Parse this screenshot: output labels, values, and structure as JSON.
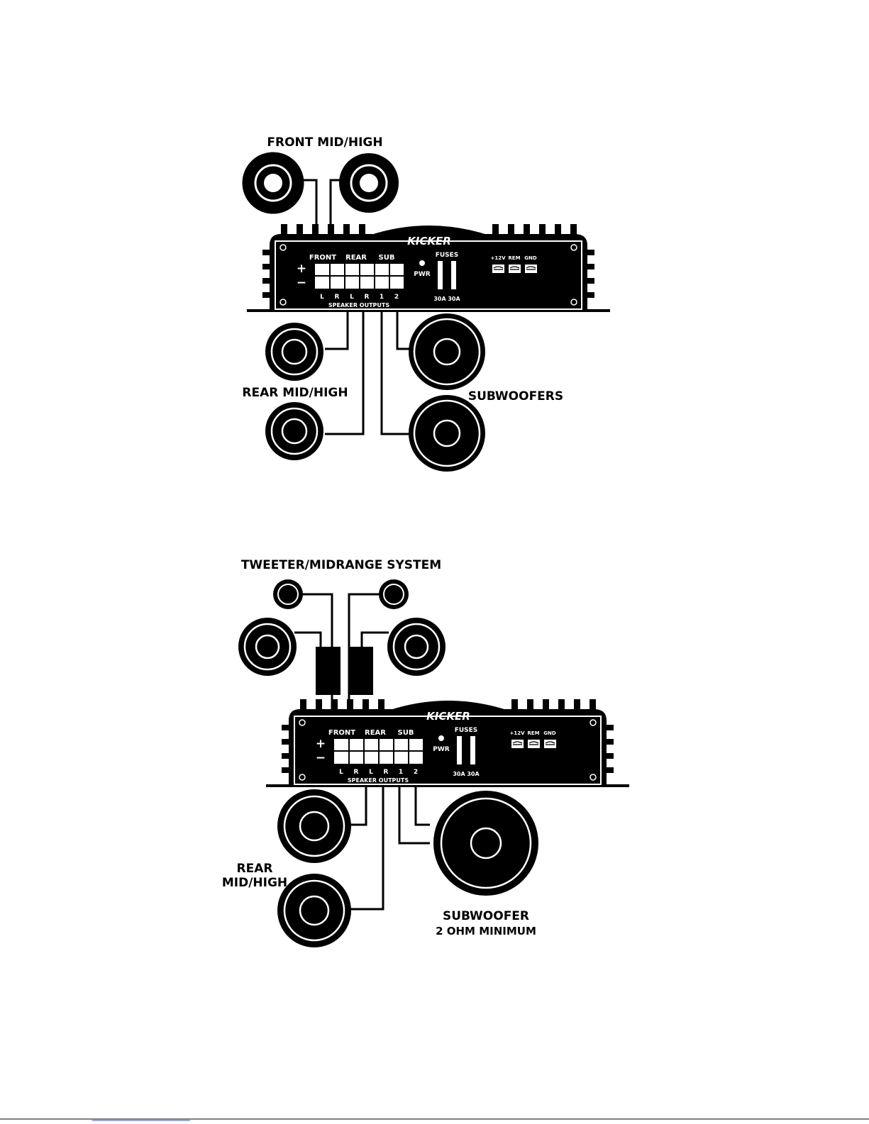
{
  "diagram1": {
    "title": "FRONT MID/HIGH",
    "rear_label": "REAR MID/HIGH",
    "sub_label": "SUBWOOFERS"
  },
  "diagram2": {
    "title": "TWEETER/MIDRANGE SYSTEM",
    "rear_label_line1": "REAR",
    "rear_label_line2": "MID/HIGH",
    "sub_label": "SUBWOOFER",
    "sub_note": "2 OHM MINIMUM"
  },
  "amp": {
    "brand": "KICKER",
    "group_front": "FRONT",
    "group_rear": "REAR",
    "group_sub": "SUB",
    "plus": "+",
    "minus": "−",
    "channels": [
      "L",
      "R",
      "L",
      "R",
      "1",
      "2"
    ],
    "speaker_outputs": "SPEAKER OUTPUTS",
    "pwr": "PWR",
    "fuses": "FUSES",
    "fuse_ratings": [
      "30A",
      "30A"
    ],
    "power_terminals": [
      "+12V",
      "REM",
      "GND"
    ]
  }
}
